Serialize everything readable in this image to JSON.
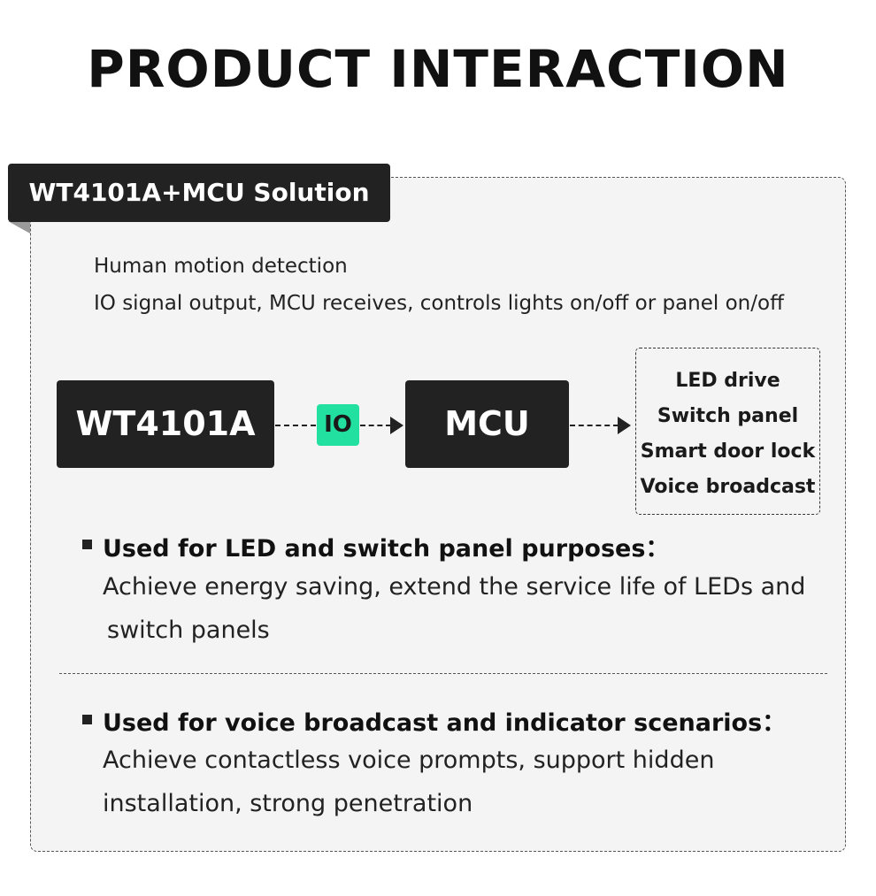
{
  "title": "PRODUCT INTERACTION",
  "solution_tab": "WT4101A+MCU Solution",
  "intro": [
    "Human motion detection",
    "IO signal output, MCU receives, controls lights on/off or panel on/off"
  ],
  "flow": {
    "sensor": "WT4101A",
    "signal": "IO",
    "controller": "MCU",
    "outputs": [
      "LED drive",
      "Switch panel",
      "Smart door lock",
      "Voice broadcast"
    ]
  },
  "uses": [
    {
      "heading": "Used for LED and switch panel purposes：",
      "lines": [
        "Achieve energy saving, extend the service life of LEDs and",
        "switch panels"
      ]
    },
    {
      "heading": "Used for voice broadcast and indicator scenarios：",
      "lines": [
        "Achieve contactless voice prompts, support hidden",
        "installation, strong penetration"
      ]
    }
  ],
  "colors": {
    "io_badge": "#22e1a0",
    "dark_box": "#222222",
    "panel_bg": "#f4f4f4"
  }
}
